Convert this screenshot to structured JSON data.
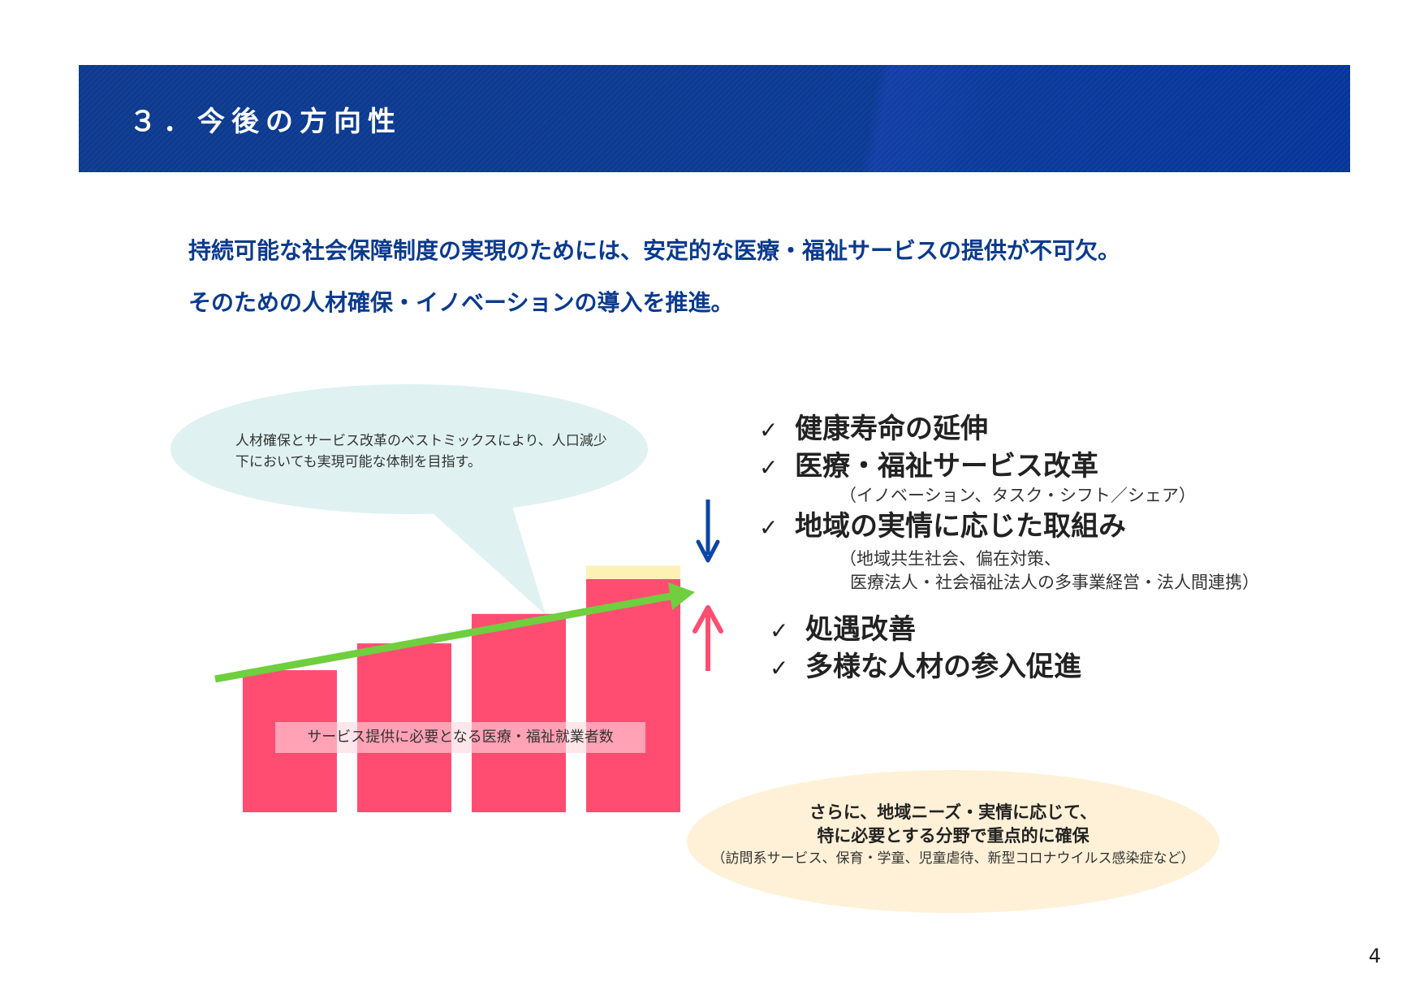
{
  "header": {
    "title": "３．今後の方向性",
    "accent_color": "#0b3a8e"
  },
  "lead": {
    "line1": "持続可能な社会保障制度の実現のためには、安定的な医療・福祉サービスの提供が不可欠。",
    "line2": "そのための人材確保・イノベーションの導入を推進。"
  },
  "diagram": {
    "callout_text": "人材確保とサービス改革のベストミックスにより、人口減少下においても実現可能な体制を目指す。",
    "bar_label": "サービス提供に必要となる医療・福祉就業者数",
    "bars": [
      {
        "value": 0.53,
        "extra": 0
      },
      {
        "value": 0.63,
        "extra": 0
      },
      {
        "value": 0.74,
        "extra": 0
      },
      {
        "value": 0.87,
        "extra": 0.16
      }
    ],
    "colors": {
      "bar": "#ff4d72",
      "bar_extra": "#fdf1b4",
      "trend_arrow": "#6fcf3e",
      "down_arrow": "#0b46a8",
      "up_arrow": "#ff4d72",
      "callout_fill": "#dff1f1",
      "bottom_bubble_fill": "#fff1d7"
    },
    "icons": {
      "check": "✓"
    }
  },
  "demand_side": {
    "items": [
      {
        "label": "健康寿命の延伸"
      },
      {
        "label": "医療・福祉サービス改革",
        "note": "（イノベーション、タスク・シフト／シェア）"
      },
      {
        "label": "地域の実情に応じた取組み",
        "note": "（地域共生社会、偏在対策、",
        "note2": "医療法人・社会福祉法人の多事業経営・法人間連携）"
      }
    ]
  },
  "supply_side": {
    "items": [
      {
        "label": "処遇改善"
      },
      {
        "label": "多様な人材の参入促進"
      }
    ]
  },
  "bottom_bubble": {
    "line1": "さらに、地域ニーズ・実情に応じて、",
    "line2": "特に必要とする分野で重点的に確保",
    "note": "（訪問系サービス、保育・学童、児童虐待、新型コロナウイルス感染症など）"
  },
  "page_number": "4"
}
